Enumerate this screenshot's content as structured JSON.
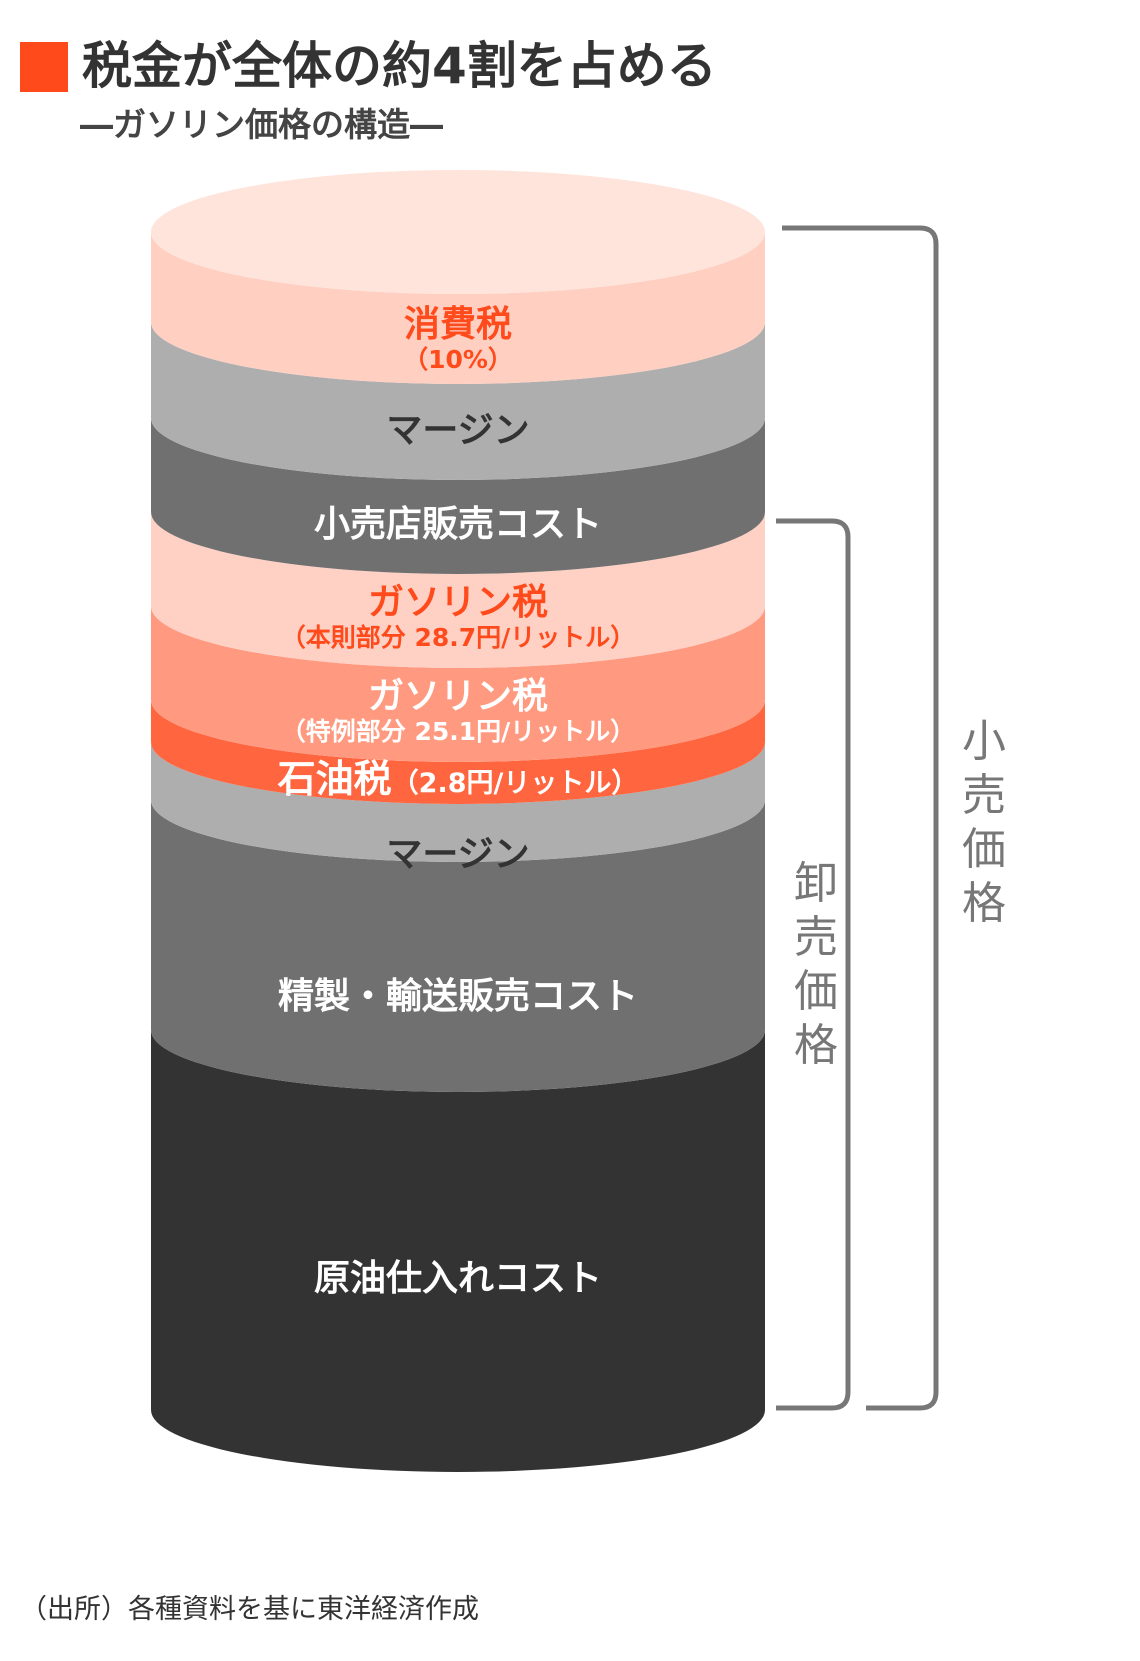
{
  "header": {
    "title": "税金が全体の約4割を占める",
    "subtitle": "―ガソリン価格の構造―"
  },
  "colors": {
    "accent": "#ff4a1c",
    "tax_text": "#ff4a1c",
    "bracket": "#777777"
  },
  "layers": [
    {
      "id": "consumption-tax",
      "label": "消費税",
      "sublabel": "（10%）",
      "color": "#ffcfc2",
      "text_color": "#ff4a1c"
    },
    {
      "id": "retail-margin",
      "label": "マージン",
      "sublabel": "",
      "color": "#aeaeae",
      "text_color": "#333333"
    },
    {
      "id": "retail-sales-cost",
      "label": "小売店販売コスト",
      "sublabel": "",
      "color": "#707070",
      "text_color": "#ffffff"
    },
    {
      "id": "gasoline-tax-base",
      "label": "ガソリン税",
      "sublabel": "（本則部分 28.7円/リットル）",
      "color": "#ffd0c4",
      "text_color": "#ff4a1c"
    },
    {
      "id": "gasoline-tax-special",
      "label": "ガソリン税",
      "sublabel": "（特例部分 25.1円/リットル）",
      "color": "#ff9a80",
      "text_color": "#ffffff"
    },
    {
      "id": "petroleum-tax",
      "label": "石油税",
      "sublabel": "（2.8円/リットル）",
      "color": "#ff6640",
      "text_color": "#ffffff"
    },
    {
      "id": "wholesale-margin",
      "label": "マージン",
      "sublabel": "",
      "color": "#aeaeae",
      "text_color": "#333333"
    },
    {
      "id": "refining-transport-cost",
      "label": "精製・輸送販売コスト",
      "sublabel": "",
      "color": "#707070",
      "text_color": "#ffffff"
    },
    {
      "id": "crude-oil-cost",
      "label": "原油仕入れコスト",
      "sublabel": "",
      "color": "#333333",
      "text_color": "#ffffff"
    }
  ],
  "brackets": {
    "retail": {
      "label": "小売価格"
    },
    "wholesale": {
      "label": "卸売価格"
    }
  },
  "source": "（出所）各種資料を基に東洋経済作成"
}
